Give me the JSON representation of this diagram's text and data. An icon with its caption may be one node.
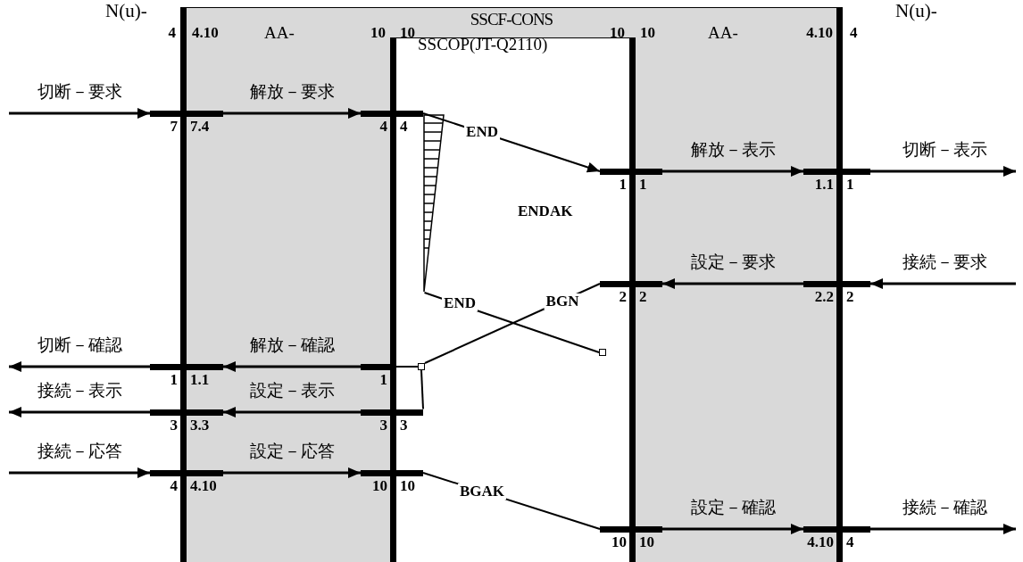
{
  "diagram": {
    "nodes": [
      {
        "text": [
          "SSCF-CONS"
        ]
      },
      {
        "text": [
          "SSCOP(JT-Q2110)"
        ],
        "in": 0
      },
      {
        "text": [],
        "shape": "bar",
        "beside": [
          "7",
          "7.4"
        ]
      },
      {
        "text": [],
        "shape": "bar",
        "beside": [
          "4",
          "4"
        ],
        "in": 0
      },
      {
        "text": [],
        "shape": "triangle",
        "in": 1
      },
      {
        "text": [],
        "shape": "bar",
        "beside": [
          "1",
          "1"
        ],
        "in": 0
      },
      {
        "text": [],
        "shape": "bar",
        "beside": [
          "1.1",
          "1"
        ]
      },
      {
        "text": [],
        "shape": "bar",
        "beside": [
          "2",
          "2"
        ],
        "in": 0
      },
      {
        "text": [],
        "shape": "bar",
        "beside": [
          "2.2",
          "2"
        ]
      },
      {
        "text": [],
        "shape": "box",
        "in": 1
      },
      {
        "text": [],
        "shape": "bar",
        "beside": [
          "1",
          "1.1"
        ]
      },
      {
        "text": [],
        "shape": "box",
        "in": 1
      },
      {
        "text": [],
        "shape": "bar",
        "beside": [
          "1"
        ],
        "in": 0
      },
      {
        "text": [],
        "shape": "bar",
        "beside": [
          "3",
          "3.3"
        ]
      },
      {
        "text": [],
        "shape": "bar",
        "beside": [
          "3",
          "3"
        ],
        "in": 0
      },
      {
        "text": [],
        "shape": "bar",
        "beside": [
          "4",
          "4.10"
        ]
      },
      {
        "text": [],
        "shape": "bar",
        "beside": [
          "10",
          "10"
        ],
        "in": 0
      },
      {
        "text": [],
        "shape": "bar",
        "beside": [
          "10",
          "10"
        ],
        "in": 0
      },
      {
        "text": [],
        "shape": "bar",
        "beside": [
          "4.10",
          "4"
        ]
      }
    ],
    "edges": [
      {
        "from": null,
        "to": 2,
        "arrow": "to",
        "label": "切断－要求"
      },
      {
        "from": 2,
        "to": 3,
        "arrow": "to",
        "label": "解放－要求"
      },
      {
        "from": 3,
        "to": 5,
        "arrow": "to",
        "label": "END"
      },
      {
        "from": 5,
        "to": 6,
        "arrow": "to",
        "label": "解放－表示"
      },
      {
        "from": 6,
        "to": null,
        "arrow": "to",
        "label": "切断－表示"
      },
      {
        "from": null,
        "to": 8,
        "arrow": "to",
        "label": "接続－要求"
      },
      {
        "from": 8,
        "to": 7,
        "arrow": "to",
        "label": "設定－要求"
      },
      {
        "from": 4,
        "to": 9,
        "arrow": "none",
        "label": "END"
      },
      {
        "from": 7,
        "to": 11,
        "arrow": "none",
        "label": "BGN"
      },
      {
        "from": 11,
        "to": 12,
        "arrow": "none"
      },
      {
        "from": 11,
        "to": 14,
        "arrow": "none"
      },
      {
        "from": 12,
        "to": 10,
        "arrow": "to",
        "label": "解放－確認"
      },
      {
        "from": 10,
        "to": null,
        "arrow": "to",
        "label": "切断－確認"
      },
      {
        "from": 14,
        "to": 13,
        "arrow": "to",
        "label": "設定－表示"
      },
      {
        "from": 13,
        "to": null,
        "arrow": "to",
        "label": "接続－表示"
      },
      {
        "from": null,
        "to": 15,
        "arrow": "to",
        "label": "接続－応答"
      },
      {
        "from": 15,
        "to": 16,
        "arrow": "to",
        "label": "設定－応答"
      },
      {
        "from": 16,
        "to": 17,
        "arrow": "none",
        "label": "BGAK"
      },
      {
        "from": 17,
        "to": 18,
        "arrow": "to",
        "label": "設定－確認"
      },
      {
        "from": 18,
        "to": null,
        "arrow": "to",
        "label": "接続－確認"
      }
    ],
    "labels": [
      "N(u)-",
      "N(u)-",
      "4",
      "4.10",
      "AA-",
      "10",
      "10",
      "10",
      "10",
      "AA-",
      "4.10",
      "4",
      "ENDAK"
    ]
  }
}
